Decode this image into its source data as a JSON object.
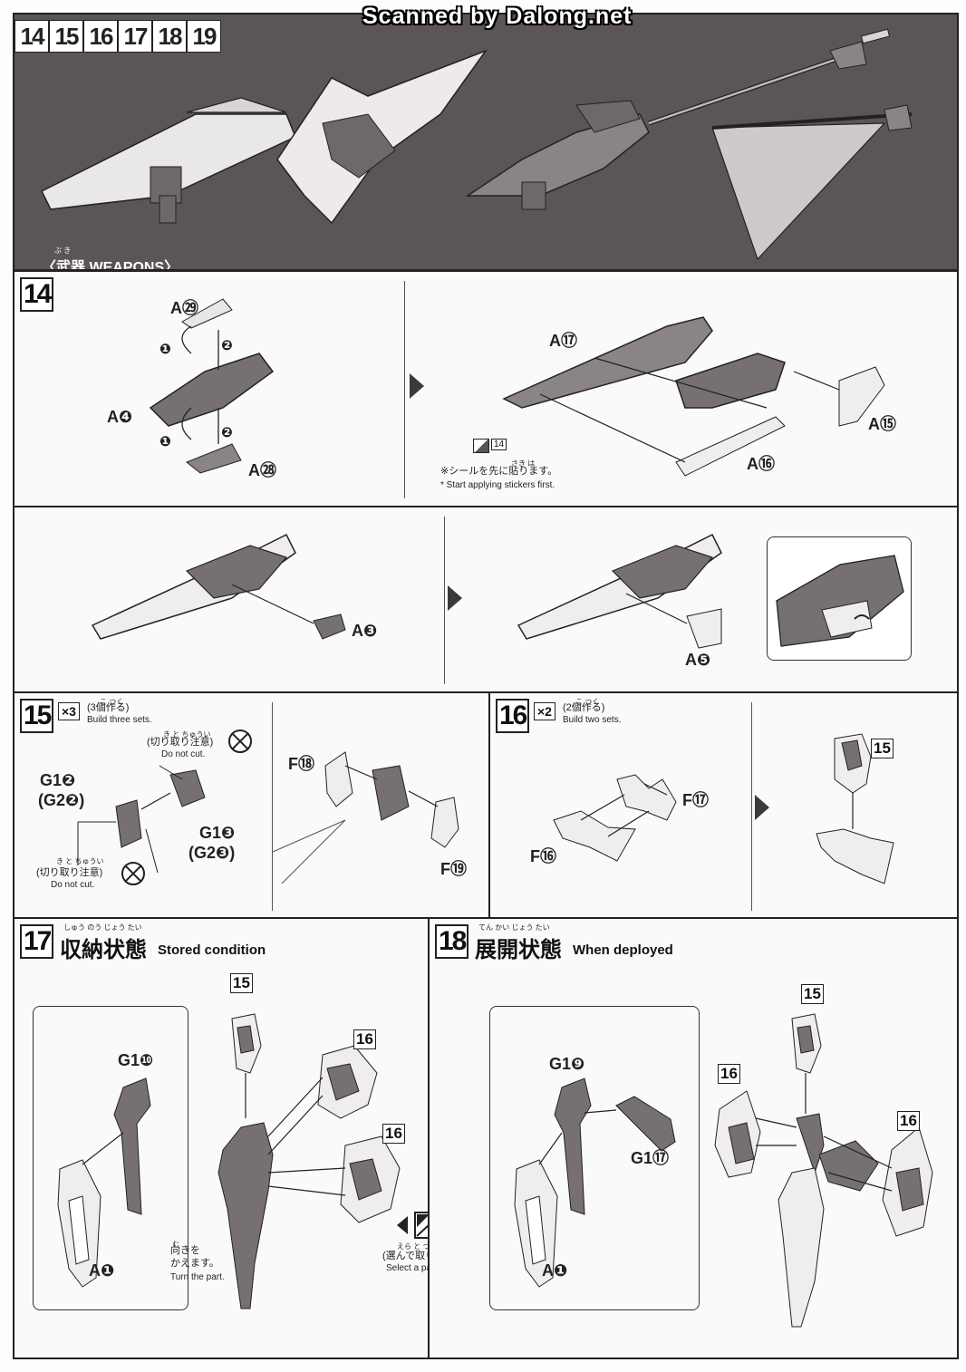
{
  "watermark": "Scanned by Dalong.net",
  "header": {
    "steps": [
      "14",
      "15",
      "16",
      "17",
      "18",
      "19"
    ],
    "weapons_label_jp": "〈武器",
    "weapons_ruby": "ぶ き",
    "weapons_label_en": "WEAPONS〉"
  },
  "step14": {
    "number": "14",
    "parts": {
      "a29": "A㉙",
      "a4": "A❹",
      "a28": "A㉘",
      "a17": "A⑰",
      "a15": "A⑮",
      "a16": "A⑯",
      "a3": "A❸",
      "a5": "A❺"
    },
    "order": [
      "❶",
      "❷"
    ],
    "sticker_number": "14",
    "sticker_note_jp": "※シールを先に貼ります。",
    "sticker_note_ruby": "さき は",
    "sticker_note_en": "* Start applying stickers first."
  },
  "step15": {
    "number": "15",
    "multiplier": "×3",
    "count_ruby": "こ つく",
    "count_jp": "(3個作る)",
    "count_en": "Build three sets.",
    "g1_2": "G1❷",
    "g2_2": "(G2❷)",
    "g1_3": "G1❸",
    "g2_3": "(G2❸)",
    "f18": "F⑱",
    "f19": "F⑲",
    "caution_ruby": "き と ちゅうい",
    "caution_jp": "(切り取り注意)",
    "caution_en": "Do not cut."
  },
  "step16": {
    "number": "16",
    "multiplier": "×2",
    "count_ruby": "こ つく",
    "count_jp": "(2個作る)",
    "count_en": "Build two sets.",
    "f17": "F⑰",
    "f16": "F⑯",
    "result_tag": "15"
  },
  "step17": {
    "number": "17",
    "title_ruby": "しゅう のう じょう たい",
    "title_jp": "収納状態",
    "title_en": "Stored condition",
    "g1_10": "G1❿",
    "a1": "A❶",
    "tag15": "15",
    "tag16a": "16",
    "tag16b": "16",
    "turn_ruby": "む",
    "turn_jp_1": "向きを",
    "turn_jp_2": "かえます。",
    "turn_en": "Turn the part."
  },
  "select": {
    "ruby": "えら と つ",
    "jp": "(選んで取り付ける)",
    "en": "Select a part to attach."
  },
  "step18": {
    "number": "18",
    "title_ruby": "てん かい じょう たい",
    "title_jp": "展開状態",
    "title_en": "When deployed",
    "g1_9": "G1❾",
    "g1_17": "G1⑰",
    "a1": "A❶",
    "tag15": "15",
    "tag16a": "16",
    "tag16b": "16"
  }
}
